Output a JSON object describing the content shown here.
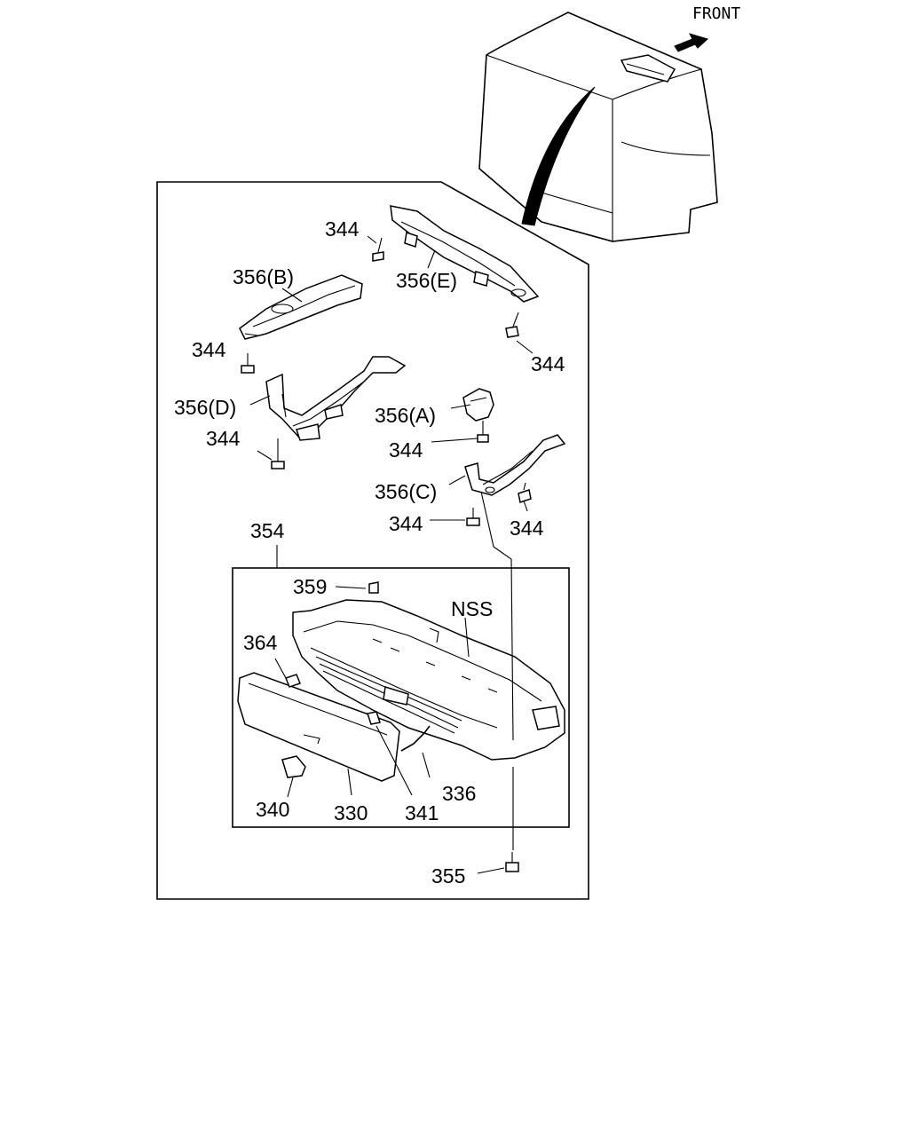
{
  "direction": {
    "label": "FRONT"
  },
  "callouts": {
    "c344_top": "344",
    "c356e": "356(E)",
    "c356b": "356(B)",
    "c344_left": "344",
    "c344_right": "344",
    "c356d": "356(D)",
    "c356a": "356(A)",
    "c344_leftlow": "344",
    "c344_mid": "344",
    "c356c": "356(C)",
    "c344_bottom": "344",
    "c344_bottomright": "344",
    "c354": "354",
    "c359": "359",
    "nss": "NSS",
    "c364": "364",
    "c336": "336",
    "c340": "340",
    "c330": "330",
    "c341": "341",
    "c355": "355"
  }
}
